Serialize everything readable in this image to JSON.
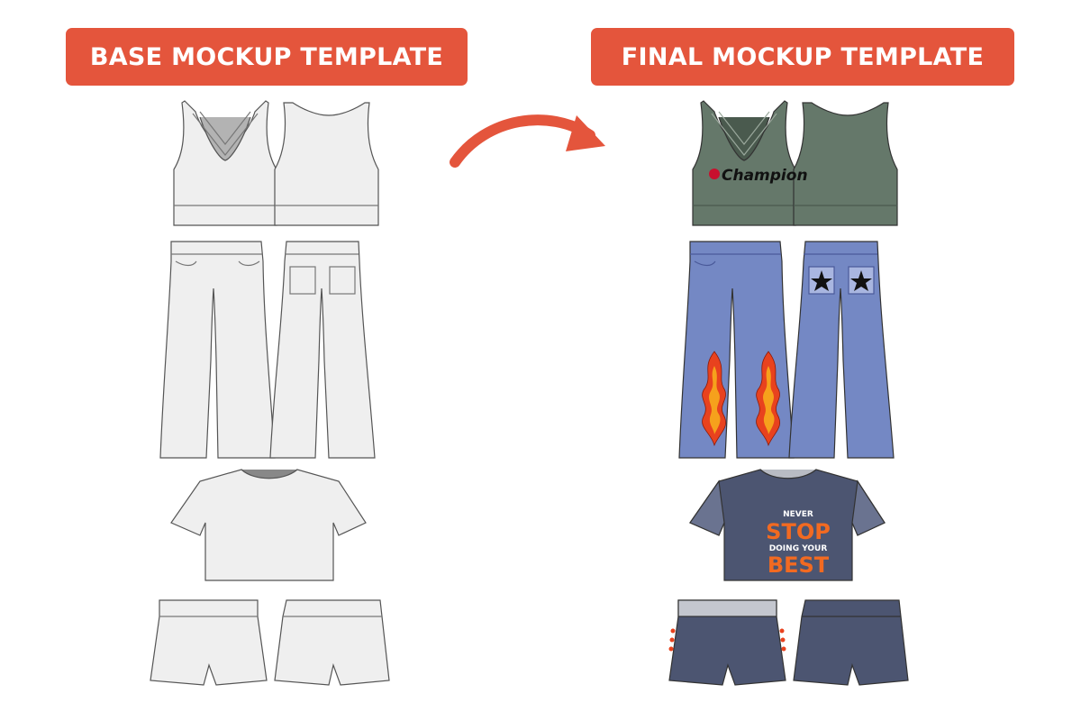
{
  "titles": {
    "base": "BASE MOCKUP TEMPLATE",
    "final": "FINAL MOCKUP TEMPLATE"
  },
  "graphics": {
    "champion_logo": "Champion",
    "tee_line1": "NEVER",
    "tee_line2": "STOP",
    "tee_line3": "DOING YOUR",
    "tee_line4": "BEST"
  },
  "colors": {
    "accent": "#e4553c",
    "base_fill": "#efefef",
    "tank_green": "#65786a",
    "denim": "#7488c4",
    "navy": "#4c5571",
    "flame_red": "#e8421e",
    "flame_orange": "#f6a11c"
  }
}
